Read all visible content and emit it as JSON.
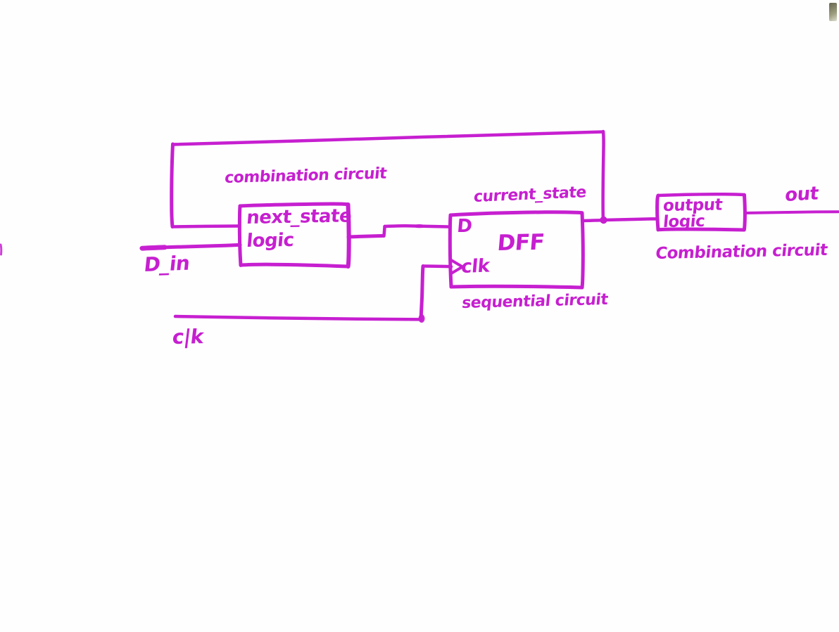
{
  "diagram": {
    "title": "Moore/Mealy FSM block diagram (hand drawn)",
    "ink_color": "#c61fd0",
    "background_color": "#fefefe",
    "blocks": [
      {
        "id": "next_state_logic",
        "line1": "next_state",
        "line2": "logic",
        "group_label": "combination circuit"
      },
      {
        "id": "dff",
        "label": "DFF",
        "input_d": "D",
        "input_clk": "clk",
        "group_label": "sequential circuit"
      },
      {
        "id": "output_logic",
        "line1": "output",
        "line2": "logic",
        "group_label": "Combination circuit"
      }
    ],
    "labels": {
      "combination_circuit": "combination circuit",
      "next_state_line1": "next_state",
      "next_state_line2": "logic",
      "d_in": "D_in",
      "clk_signal": "c|k",
      "current_state": "current_state",
      "dff": "DFF",
      "dff_d": "D",
      "dff_clk": "clk",
      "sequential_circuit": "sequential circuit",
      "output_logic_line1": "output",
      "output_logic_line2": "logic",
      "combination_circuit_right": "Combination circuit",
      "out": "out"
    },
    "signals": [
      {
        "name": "D_in",
        "from": "external-input",
        "to": "next_state_logic"
      },
      {
        "name": "c|k",
        "from": "external-input",
        "to": "dff.clk"
      },
      {
        "name": "next_state",
        "from": "next_state_logic",
        "to": "dff.D"
      },
      {
        "name": "current_state",
        "from": "dff.Q",
        "to": "output_logic"
      },
      {
        "name": "current_state_feedback",
        "from": "dff.Q",
        "to": "next_state_logic"
      },
      {
        "name": "out",
        "from": "output_logic",
        "to": "external-output"
      }
    ]
  }
}
